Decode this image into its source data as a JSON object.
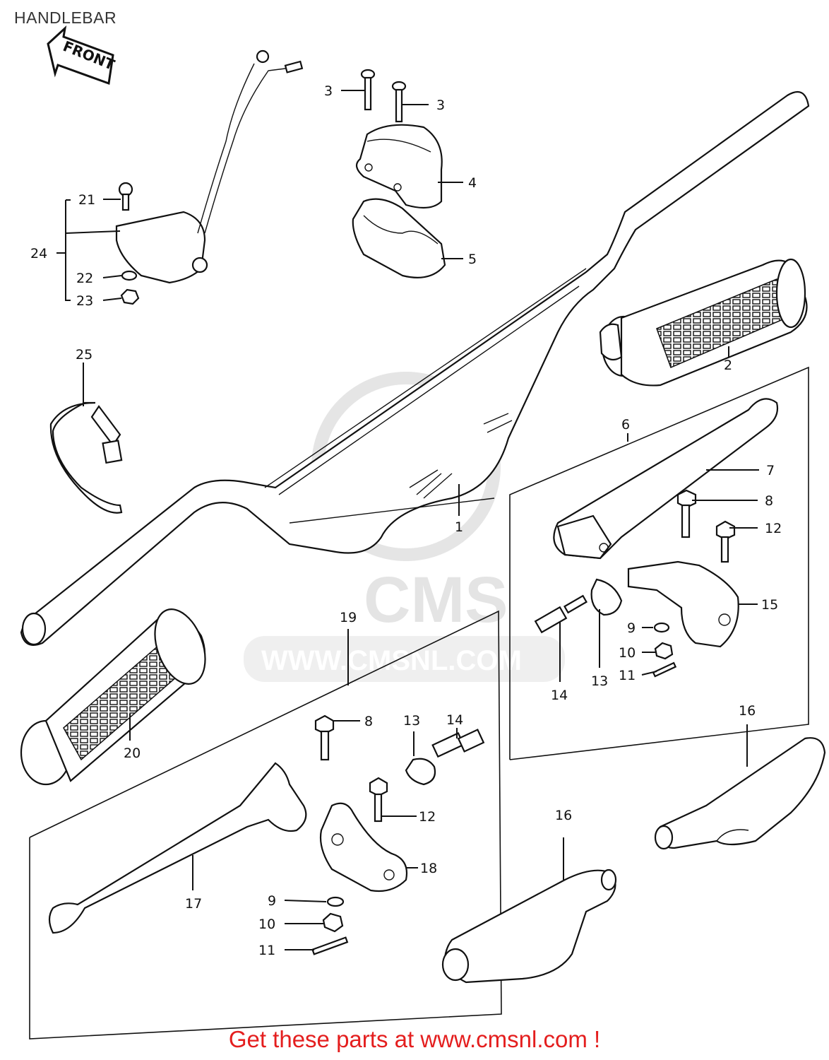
{
  "title": "HANDLEBAR",
  "front_label": "FRONT",
  "watermark": {
    "text": "CMS",
    "url": "WWW.CMSNL.COM"
  },
  "footer": "Get these parts at www.cmsnl.com !",
  "callouts": {
    "c1": "1",
    "c2": "2",
    "c3a": "3",
    "c3b": "3",
    "c4": "4",
    "c5": "5",
    "c6": "6",
    "c7": "7",
    "c8a": "8",
    "c8b": "8",
    "c9a": "9",
    "c9b": "9",
    "c10a": "10",
    "c10b": "10",
    "c11a": "11",
    "c11b": "11",
    "c12a": "12",
    "c12b": "12",
    "c13a": "13",
    "c13b": "13",
    "c14a": "14",
    "c14b": "14",
    "c15": "15",
    "c16a": "16",
    "c16b": "16",
    "c17": "17",
    "c18": "18",
    "c19": "19",
    "c20": "20",
    "c21": "21",
    "c22": "22",
    "c23": "23",
    "c24": "24",
    "c25": "25"
  }
}
